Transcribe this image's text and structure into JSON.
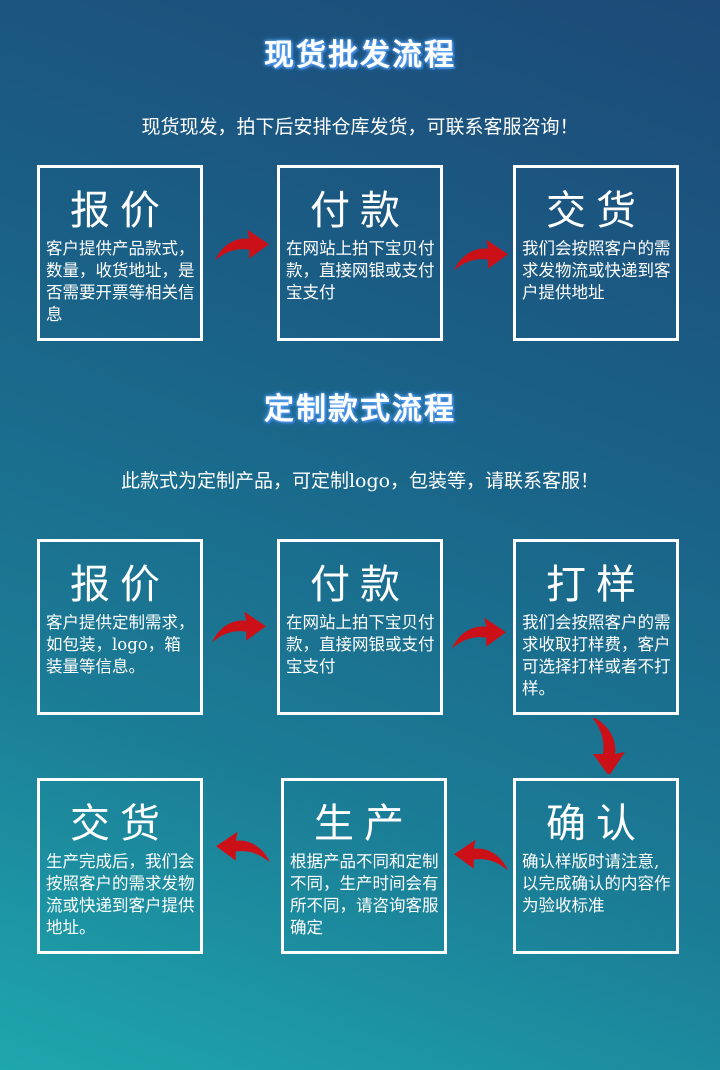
{
  "section1": {
    "title": "现货批发流程",
    "subtitle": "现货现发，拍下后安排仓库发货，可联系客服咨询！",
    "steps": [
      {
        "title": "报价",
        "body": "客户提供产品款式，数量，收货地址，是否需要开票等相关信息"
      },
      {
        "title": "付款",
        "body": "在网站上拍下宝贝付款，直接网银或支付宝支付"
      },
      {
        "title": "交货",
        "body": "我们会按照客户的需求发物流或快递到客户提供地址"
      }
    ]
  },
  "section2": {
    "title": "定制款式流程",
    "subtitle": "此款式为定制产品，可定制logo，包装等，请联系客服！",
    "steps": [
      {
        "title": "报价",
        "body": "客户提供定制需求，如包装，logo，箱装量等信息。"
      },
      {
        "title": "付款",
        "body": "在网站上拍下宝贝付款，直接网银或支付宝支付"
      },
      {
        "title": "打样",
        "body": "我们会按照客户的需求收取打样费，客户可选择打样或者不打样。"
      },
      {
        "title": "确认",
        "body": "确认样版时请注意,以完成确认的内容作为验收标准"
      },
      {
        "title": "生产",
        "body": "根据产品不同和定制不同，生产时间会有所不同，请咨询客服确定"
      },
      {
        "title": "交货",
        "body": "生产完成后，我们会按照客户的需求发物流或快递到客户提供地址。"
      }
    ]
  },
  "colors": {
    "arrow": "#cc1018",
    "border": "#ffffff"
  }
}
